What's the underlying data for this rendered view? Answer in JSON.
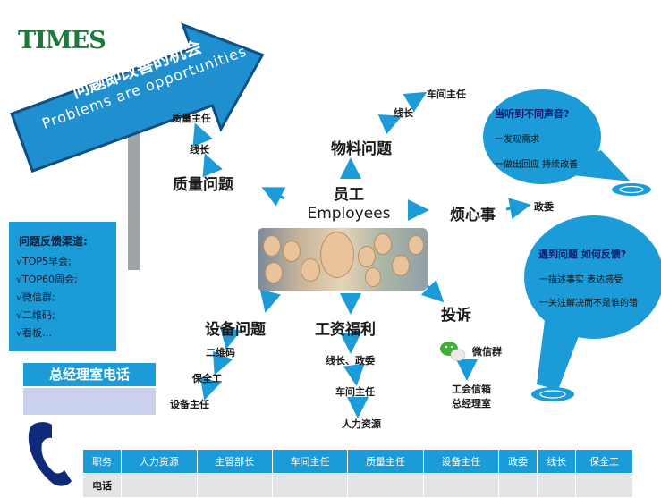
{
  "logo": "TIMES",
  "banner": {
    "line1": "问题即改善的机会",
    "line2": "Problems are opportunities"
  },
  "center": {
    "cn": "员工",
    "en": "Employees"
  },
  "nodes": {
    "quality": {
      "label": "质量问题",
      "chain": [
        "线长",
        "质量主任"
      ]
    },
    "material": {
      "label": "物料问题",
      "chain": [
        "线长",
        "车间主任"
      ]
    },
    "worry": {
      "label": "烦心事",
      "target": "政委"
    },
    "equipment": {
      "label": "设备问题",
      "chain": [
        "二维码",
        "保全工",
        "设备主任"
      ]
    },
    "salary": {
      "label": "工资福利",
      "chain": [
        "线长、政委",
        "车间主任",
        "人力资源"
      ]
    },
    "complaint": {
      "label": "投诉",
      "wechat": "微信群",
      "mailbox_line1": "工会信箱",
      "mailbox_line2": "总经理室"
    }
  },
  "bubble1": {
    "title": "当听到不同声音?",
    "item1": "一发现需求",
    "item2": "一做出回应  持续改善"
  },
  "bubble2": {
    "title": "遇到问题 如何反馈?",
    "item1": "一描述事实  表达感受",
    "item2": "一关注解决而不是谁的错"
  },
  "channels": {
    "title": "问题反馈渠道:",
    "items": [
      "√TOP5早会;",
      "√TOP60周会;",
      "√微信群;",
      "√二维码;",
      "√看板…"
    ]
  },
  "phone_box": {
    "label": "总经理室电话"
  },
  "phone_table": {
    "headers": [
      "职务",
      "人力资源",
      "主管部长",
      "车间主任",
      "质量主任",
      "设备主任",
      "政委",
      "线长",
      "保全工"
    ],
    "row_label": "电话"
  },
  "colors": {
    "accent": "#1b9bd7",
    "banner": "#1f8fd0",
    "logo": "#1c7a3c"
  }
}
